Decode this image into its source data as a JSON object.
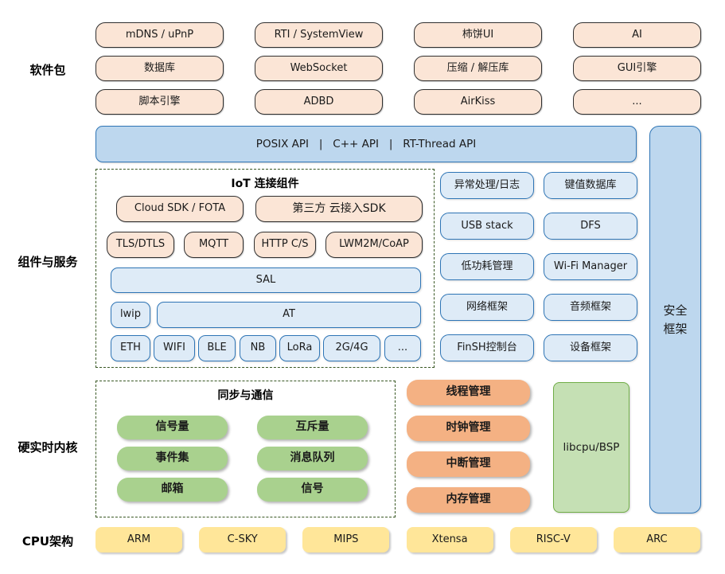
{
  "side_labels": {
    "packages": "软件包",
    "components": "组件与服务",
    "kernel": "硬实时内核",
    "cpu": "CPU架构"
  },
  "software_packages": {
    "items": [
      "mDNS / uPnP",
      "RTI / SystemView",
      "柿饼UI",
      "AI",
      "数据库",
      "WebSocket",
      "压缩 / 解压库",
      "GUI引擎",
      "脚本引擎",
      "ADBD",
      "AirKiss",
      "..."
    ]
  },
  "api_bar": {
    "label": "POSIX API   |   C++ API   |   RT-Thread API"
  },
  "security_bar": {
    "lines": [
      "安全",
      "框架"
    ]
  },
  "iot": {
    "title": "IoT 连接组件",
    "cloud_row": [
      "Cloud SDK / FOTA",
      "第三方 云接入SDK"
    ],
    "protocol_row": [
      "TLS/DTLS",
      "MQTT",
      "HTTP C/S",
      "LWM2M/CoAP"
    ],
    "sal": "SAL",
    "lwip": "lwip",
    "at": "AT",
    "link_row": [
      "ETH",
      "WIFI",
      "BLE",
      "NB",
      "LoRa",
      "2G/4G",
      "..."
    ]
  },
  "services": {
    "items": [
      "异常处理/日志",
      "键值数据库",
      "USB stack",
      "DFS",
      "低功耗管理",
      "Wi-Fi Manager",
      "网络框架",
      "音频框架",
      "FinSH控制台",
      "设备框架"
    ]
  },
  "sync": {
    "title": "同步与通信",
    "items": [
      "信号量",
      "互斥量",
      "事件集",
      "消息队列",
      "邮箱",
      "信号"
    ]
  },
  "kernel_services": {
    "items": [
      "线程管理",
      "时钟管理",
      "中断管理",
      "内存管理"
    ]
  },
  "libcpu": {
    "label": "libcpu/BSP"
  },
  "cpu_arch": {
    "items": [
      "ARM",
      "C-SKY",
      "MIPS",
      "Xtensa",
      "RISC-V",
      "ARC"
    ]
  },
  "colors": {
    "peach_fill": "#FBE5D6",
    "peach_border": "#2F2F2F",
    "blue_fill": "#BDD7EE",
    "blue_light_fill": "#DEEBF7",
    "blue_border": "#2E75B6",
    "green_fill": "#A9D18E",
    "orange_fill": "#F4B183",
    "libcpu_fill": "#C5E0B4",
    "libcpu_border": "#70AD47",
    "yellow_fill": "#FFE699",
    "dash_border": "#385723"
  }
}
